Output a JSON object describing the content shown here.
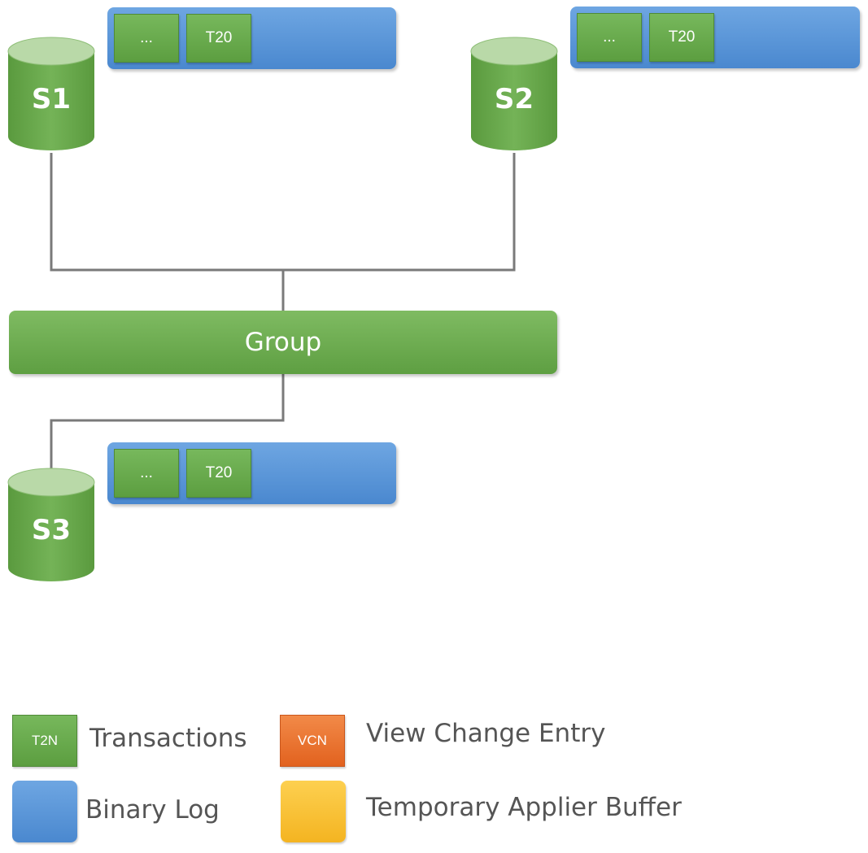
{
  "servers": [
    {
      "label": "S1",
      "log": [
        "...",
        "T20"
      ]
    },
    {
      "label": "S2",
      "log": [
        "...",
        "T20"
      ]
    },
    {
      "label": "S3",
      "log": [
        "...",
        "T20"
      ]
    }
  ],
  "group": {
    "label": "Group"
  },
  "legend": {
    "transactions": {
      "swatch": "T2N",
      "text": "Transactions"
    },
    "binary_log": {
      "text": "Binary Log"
    },
    "view_change": {
      "swatch": "VCN",
      "text": "View Change Entry"
    },
    "applier_buffer": {
      "text": "Temporary Applier Buffer"
    }
  },
  "colors": {
    "transaction_green": "#6aaa4e",
    "binary_log_blue": "#5b97d8",
    "view_change_orange": "#ea6f2c",
    "applier_buffer_yellow": "#fcc43a",
    "connector_gray": "#7a7a7a"
  }
}
